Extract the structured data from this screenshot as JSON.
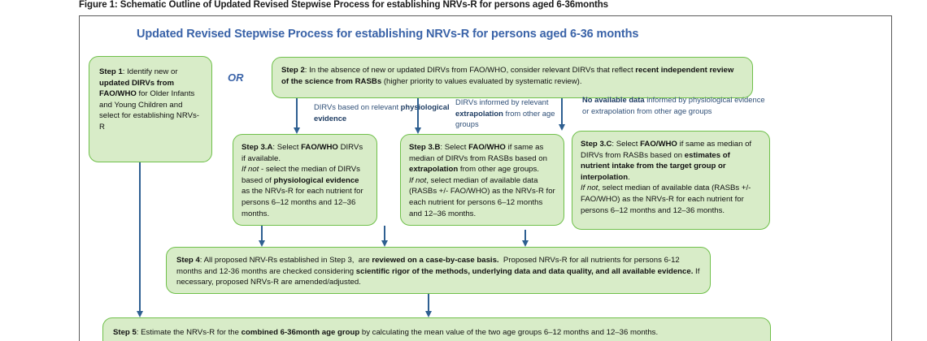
{
  "figure": {
    "caption": "Figure 1: Schematic Outline of Updated Revised Stepwise Process for establishing NRVs-R for persons aged 6-36months",
    "title": "Updated Revised Stepwise Process for establishing NRVs-R for persons aged 6-36 months",
    "or_label": "OR"
  },
  "colors": {
    "node_fill": "#d8ecc8",
    "node_border": "#6fc04a",
    "arrow": "#2e5f91",
    "title_blue": "#3a63a8",
    "frame_border": "#5a5a5a"
  },
  "nodes": {
    "step1": {
      "name": "Step 1",
      "html": "<b>Step 1</b>: Identify new or <b>updated DIRVs from FAO/WHO</b> for Older Infants and Young Children and select for establishing NRVs-R"
    },
    "step2": {
      "name": "Step 2",
      "html": "<b>Step 2</b>: In the absence of new or updated DIRVs from FAO/WHO, consider relevant DIRVs that reflect <b>recent independent review of the science from RASBs</b> (higher priority to values evaluated by systematic review)."
    },
    "step3a": {
      "name": "Step 3.A",
      "html": "<b>Step 3.A</b>: Select <b>FAO/WHO</b> DIRVs if available.<br><i>If not</i> - select the median of DIRVs based of <b>physiological evidence</b> as the NRVs-R for each nutrient for persons 6&#8211;12 months and 12&#8211;36 months."
    },
    "step3b": {
      "name": "Step 3.B",
      "html": "<b>Step 3.B</b>: Select <b>FAO/WHO</b> if same as median of DIRVs from RASBs based on <b>extrapolation</b> from other age groups.<br><i>If not</i>, select median of available data (RASBs +/- FAO/WHO) as the NRVs-R for each nutrient for persons 6&#8211;12 months and 12&#8211;36 months."
    },
    "step3c": {
      "name": "Step 3.C",
      "html": "<b>Step 3.C</b>: Select <b>FAO/WHO</b> if same as median of DIRVs from RASBs based on <b>estimates of nutrient intake from the target group or interpolation</b>.<br><i>If not</i>, select median of available data (RASBs +/- FAO/WHO) as the NRVs-R for each nutrient for persons 6&#8211;12 months and 12&#8211;36 months."
    },
    "step4": {
      "name": "Step 4",
      "html": "<b>Step 4</b>: All proposed NRV-Rs established in Step 3,&nbsp; are <b>reviewed on a case-by-case basis.</b>&nbsp; Proposed NRVs-R for all nutrients for persons 6-12 months and 12-36 months are checked considering <b>scientific rigor of the methods, underlying data and data quality, and all available evidence.</b> If necessary, proposed NRVs-R are amended/adjusted."
    },
    "step5": {
      "name": "Step 5",
      "html": "<b>Step 5</b>: Estimate the NRVs-R for the <b>combined 6-36month age group</b> by calculating the mean value of the two age groups 6&#8211;12 months and 12&#8211;36 months."
    }
  },
  "branch_labels": {
    "a": {
      "html": "DIRVs based on relevant <b>physiological evidence</b>"
    },
    "b": {
      "html": "DIRVs informed by relevant <b>extrapolation</b> from other age groups"
    },
    "c": {
      "html": "<b>No available data</b> informed by physiological evidence or extrapolation from other age groups"
    }
  },
  "arrows": [
    {
      "id": "step2-to-step3a",
      "label": "arrow-step2-to-step3a"
    },
    {
      "id": "step2-to-step3b",
      "label": "arrow-step2-to-step3b"
    },
    {
      "id": "step2-to-step3c",
      "label": "arrow-step2-to-step3c"
    },
    {
      "id": "step3a-to-step4",
      "label": "arrow-step3a-to-step4"
    },
    {
      "id": "step3b-to-step4",
      "label": "arrow-step3b-to-step4"
    },
    {
      "id": "step3c-to-step4",
      "label": "arrow-step3c-to-step4"
    },
    {
      "id": "step4-to-step5",
      "label": "arrow-step4-to-step5"
    },
    {
      "id": "step1-to-step5",
      "label": "arrow-step1-to-step5"
    }
  ]
}
